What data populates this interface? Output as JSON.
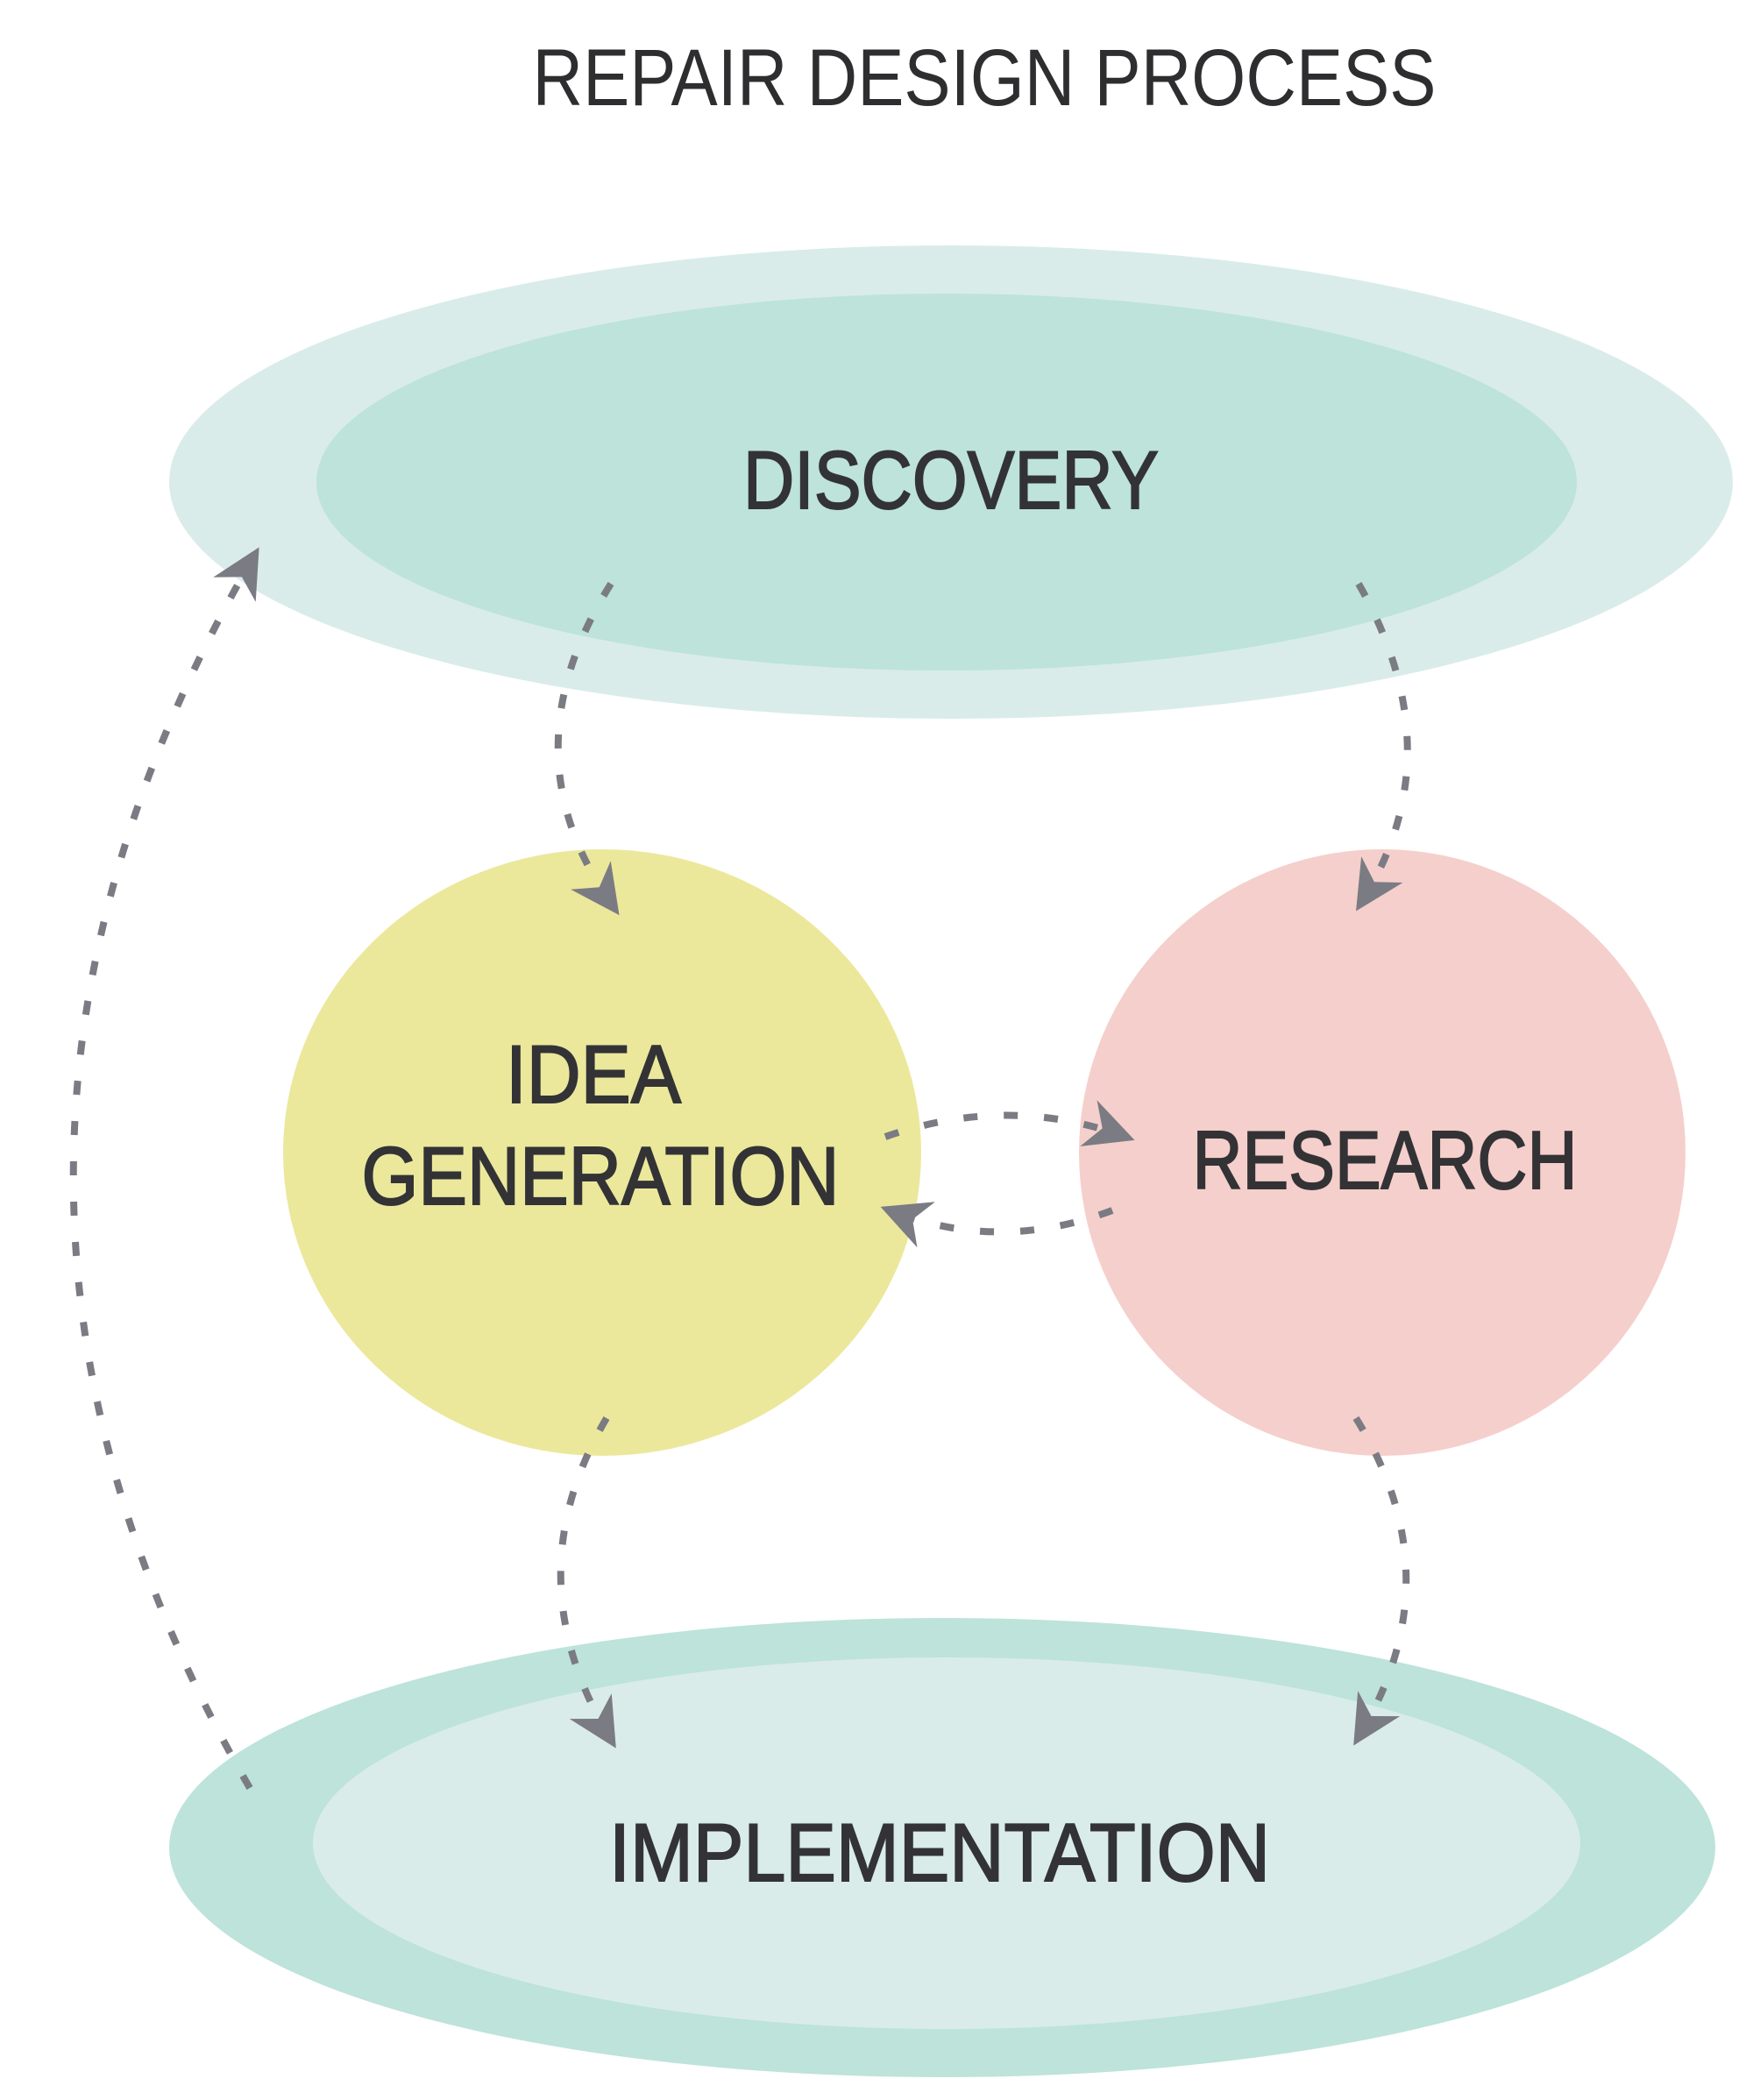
{
  "title": "REPAIR DESIGN PROCESS",
  "nodes": {
    "discovery": {
      "label": "DISCOVERY",
      "outer_color": "#d9ecea",
      "inner_color": "#bde3da"
    },
    "idea_generation": {
      "label_line1": "IDEA",
      "label_line2": "GENERATION",
      "color": "#ebe89c"
    },
    "research": {
      "label": "RESEARCH",
      "color": "#f5cfcb"
    },
    "implementation": {
      "label": "IMPLEMENTATION",
      "outer_color": "#bde3da",
      "inner_color": "#d9ecea"
    }
  },
  "edges": [
    {
      "from": "discovery",
      "to": "idea_generation"
    },
    {
      "from": "discovery",
      "to": "research"
    },
    {
      "from": "idea_generation",
      "to": "research"
    },
    {
      "from": "research",
      "to": "idea_generation"
    },
    {
      "from": "idea_generation",
      "to": "implementation"
    },
    {
      "from": "research",
      "to": "implementation"
    },
    {
      "from": "implementation",
      "to": "discovery"
    }
  ],
  "colors": {
    "arrow": "#7b7b83",
    "text": "#333336"
  }
}
